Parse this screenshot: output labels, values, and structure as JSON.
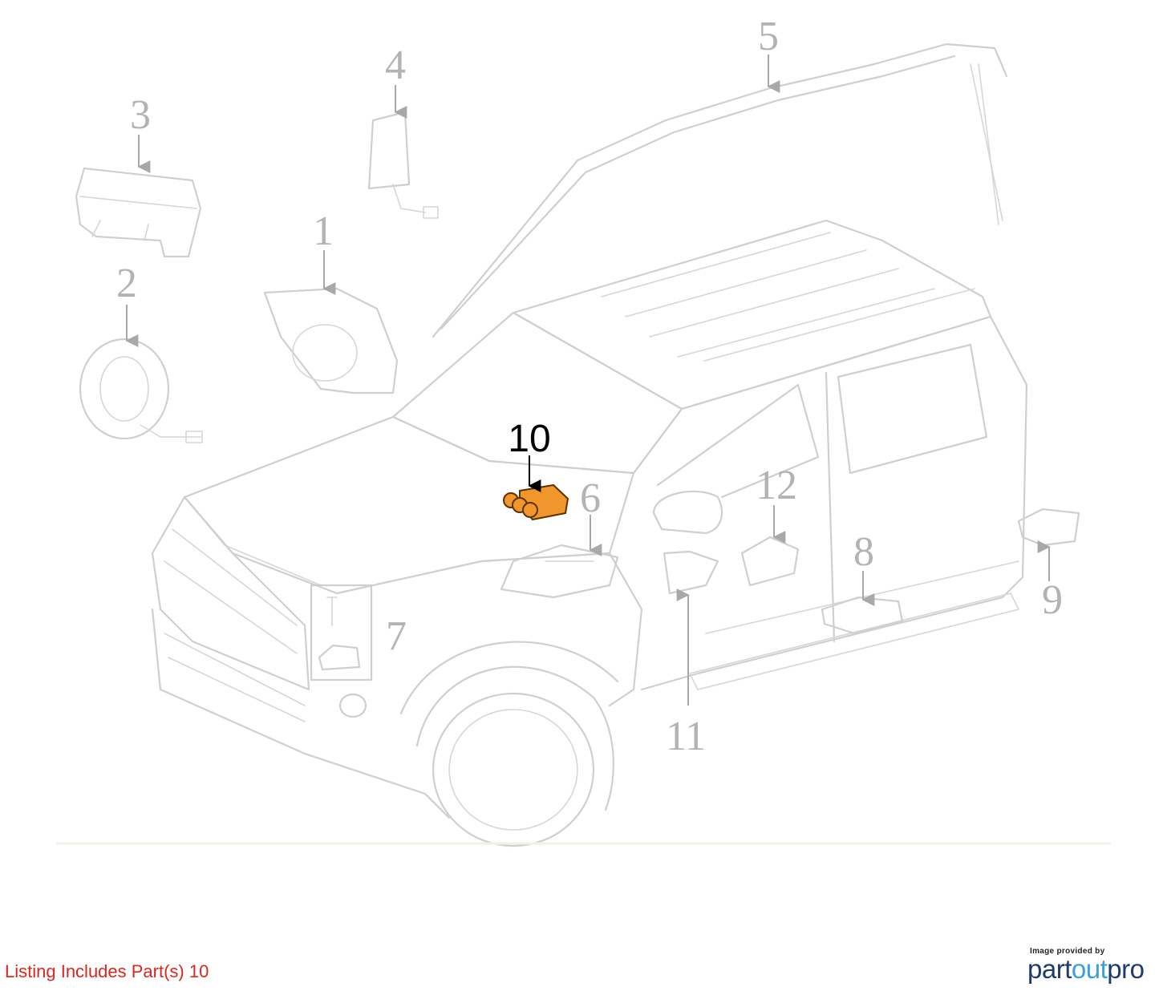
{
  "diagram": {
    "callouts": [
      {
        "id": 1,
        "label": "1"
      },
      {
        "id": 2,
        "label": "2"
      },
      {
        "id": 3,
        "label": "3"
      },
      {
        "id": 4,
        "label": "4"
      },
      {
        "id": 5,
        "label": "5"
      },
      {
        "id": 6,
        "label": "6"
      },
      {
        "id": 7,
        "label": "7"
      },
      {
        "id": 8,
        "label": "8"
      },
      {
        "id": 9,
        "label": "9"
      },
      {
        "id": 10,
        "label": "10",
        "highlighted": true
      },
      {
        "id": 11,
        "label": "11"
      },
      {
        "id": 12,
        "label": "12"
      }
    ],
    "highlight_color": "#f0962a",
    "line_color": "#cfcfcf"
  },
  "footer": {
    "listing_note": "Listing Includes Part(s) 10",
    "credit": "Image provided by",
    "logo": {
      "part": "part",
      "out": "out",
      "pro": "pro"
    }
  }
}
